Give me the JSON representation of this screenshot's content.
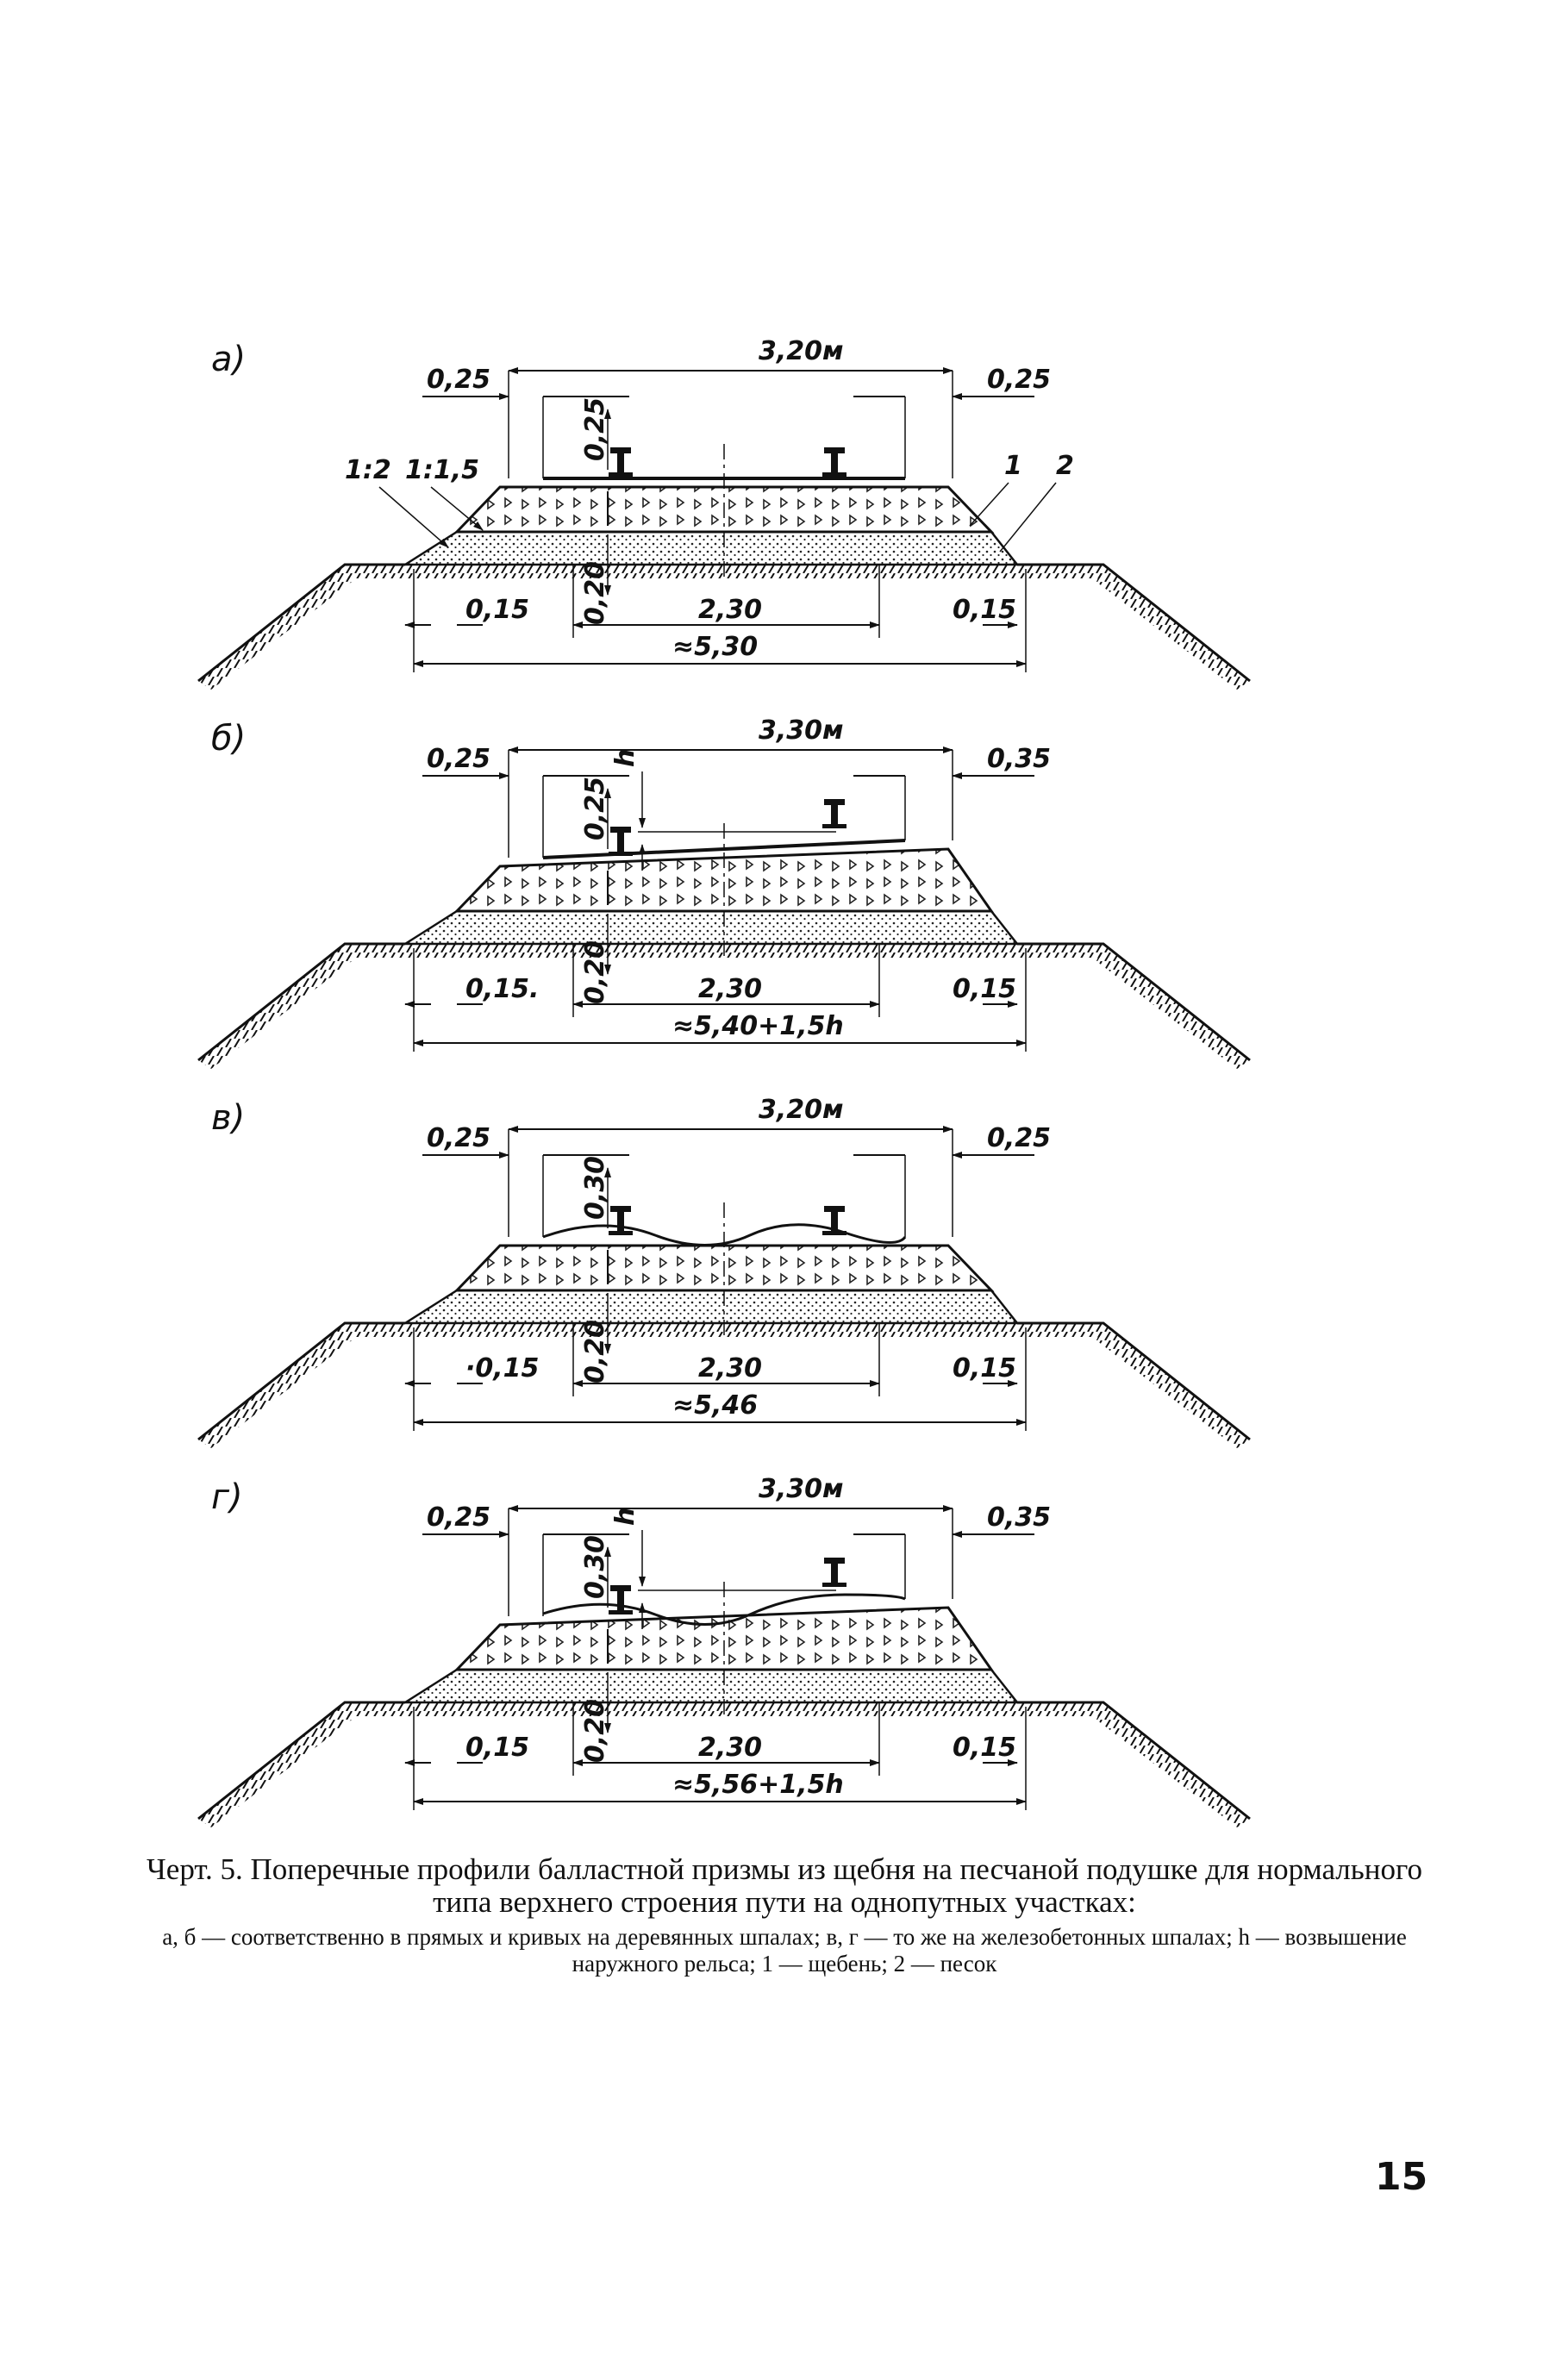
{
  "profiles": [
    {
      "id": "a",
      "label": "а)",
      "top_width": "3,20м",
      "left_shoulder": "0,25",
      "right_shoulder": "0,25",
      "depth_above": "0,25",
      "depth_below": "0,20",
      "center": "2,30",
      "left_offset": "0,15",
      "right_offset": "0,15",
      "base_width": "≈5,30",
      "slope_inner": "1:2",
      "slope_outer": "1:1,5",
      "callout_1": "1",
      "callout_2": "2",
      "h_mark": "",
      "curved": false,
      "concrete": false
    },
    {
      "id": "b",
      "label": "б)",
      "top_width": "3,30м",
      "left_shoulder": "0,25",
      "right_shoulder": "0,35",
      "depth_above": "0,25",
      "depth_below": "0,20",
      "center": "2,30",
      "left_offset": "0,15.",
      "right_offset": "0,15",
      "base_width": "≈5,40+1,5h",
      "slope_inner": "",
      "slope_outer": "",
      "callout_1": "",
      "callout_2": "",
      "h_mark": "h",
      "curved": true,
      "concrete": false
    },
    {
      "id": "v",
      "label": "в)",
      "top_width": "3,20м",
      "left_shoulder": "0,25",
      "right_shoulder": "0,25",
      "depth_above": "0,30",
      "depth_below": "0,20",
      "center": "2,30",
      "left_offset": "·0,15",
      "right_offset": "0,15",
      "base_width": "≈5,46",
      "slope_inner": "",
      "slope_outer": "",
      "callout_1": "",
      "callout_2": "",
      "h_mark": "",
      "curved": false,
      "concrete": true
    },
    {
      "id": "g",
      "label": "г)",
      "top_width": "3,30м",
      "left_shoulder": "0,25",
      "right_shoulder": "0,35",
      "depth_above": "0,30",
      "depth_below": "0,20",
      "center": "2,30",
      "left_offset": "0,15",
      "right_offset": "0,15",
      "base_width": "≈5,56+1,5h",
      "slope_inner": "",
      "slope_outer": "",
      "callout_1": "",
      "callout_2": "",
      "h_mark": "h",
      "curved": true,
      "concrete": true
    }
  ],
  "caption": {
    "title": "Черт. 5. Поперечные профили балластной призмы из щебня на песчаной подушке для нормального типа верхнего строения пути на однопутных участках:",
    "legend": "а, б — соответственно в прямых и кривых на деревянных шпалах; в, г — то же на железобетонных шпалах; h — возвышение наружного рельса; 1 — щебень; 2 — песок"
  },
  "page_number": "15",
  "colors": {
    "ink": "#111111",
    "paper": "#ffffff"
  }
}
